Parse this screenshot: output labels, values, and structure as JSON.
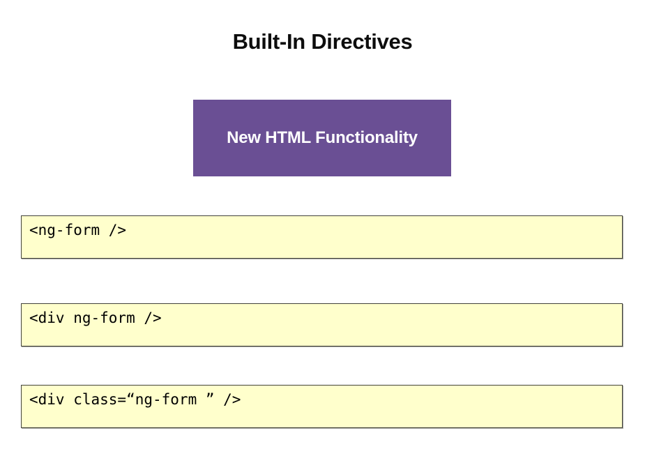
{
  "title": "Built-In Directives",
  "concept_box": {
    "label": "New HTML Functionality",
    "bg_color": "#6A4F94",
    "text_color": "#FFFFFF"
  },
  "code_examples": [
    {
      "code": "<ng-form />"
    },
    {
      "code": "<div ng-form />"
    },
    {
      "code": "<div class=“ng-form ” />"
    }
  ],
  "colors": {
    "background": "#FFFFFF",
    "title_text": "#0D0D0D",
    "code_box_bg": "#FFFFCC",
    "code_box_border": "#42423A",
    "code_text": "#000000"
  }
}
